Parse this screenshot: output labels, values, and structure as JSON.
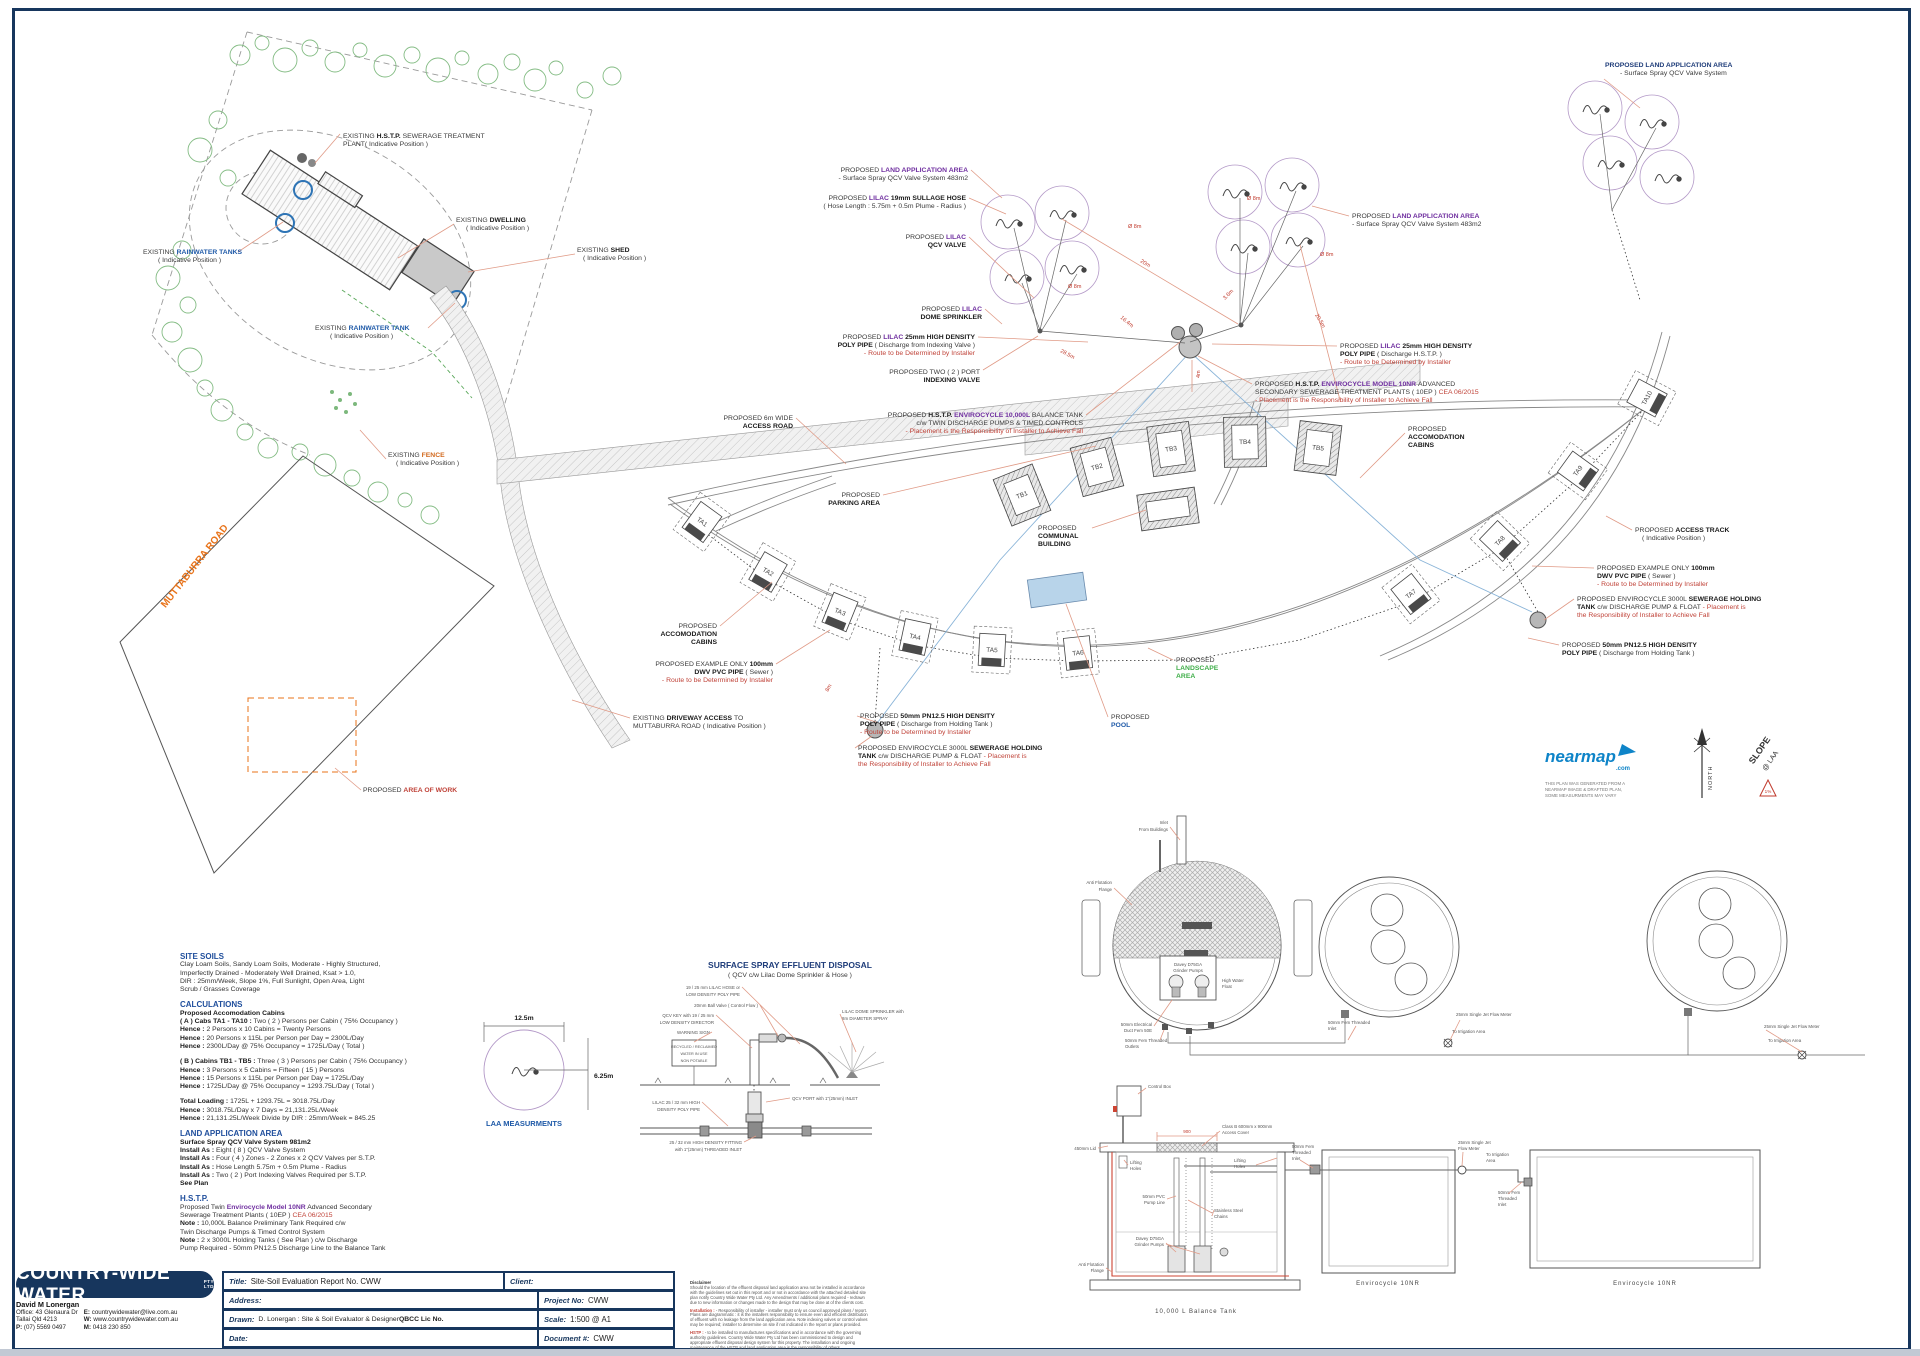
{
  "ann": {
    "ehstp": [
      [
        "EXISTING ",
        "H.S.T.P. ",
        "SEWERAGE TREATMENT"
      ],
      [
        "PLANT( Indicative Position )"
      ]
    ],
    "edwell": [
      [
        "EXISTING ",
        "DWELLING"
      ],
      [
        "( Indicative Position )"
      ]
    ],
    "etanks": [
      [
        "EXISTING ",
        "RAINWATER TANKS"
      ],
      [
        "( Indicative Position )"
      ]
    ],
    "etank": [
      [
        "EXISTING ",
        "RAINWATER TANK"
      ],
      [
        "( Indicative Position )"
      ]
    ],
    "eshed": [
      [
        "EXISTING ",
        "SHED"
      ],
      [
        "( Indicative Position )"
      ]
    ],
    "efence": [
      [
        "EXISTING ",
        "FENCE"
      ],
      [
        "( Indicative Position )"
      ]
    ],
    "eroad": "MUTTABURRA ROAD",
    "awork": [
      [
        "PROPOSED ",
        "AREA OF WORK"
      ]
    ],
    "laaL": [
      [
        "PROPOSED ",
        "LAND APPLICATION AREA"
      ],
      [
        "- Surface Spray QCV Valve System 483m2"
      ]
    ],
    "hose": [
      [
        "PROPOSED ",
        "LILAC ",
        "19mm SULLAGE HOSE"
      ],
      [
        "( Hose Length : 5.75m + 0.5m Plume - Radius )"
      ]
    ],
    "qcv": [
      [
        "PROPOSED ",
        "LILAC"
      ],
      [
        "QCV VALVE"
      ]
    ],
    "dome": [
      [
        "PROPOSED ",
        "LILAC"
      ],
      [
        "DOME SPRINKLER"
      ]
    ],
    "pipeIdx": [
      [
        "PROPOSED ",
        "LILAC ",
        "25mm HIGH DENSITY"
      ],
      [
        "POLY PIPE ",
        "( Discharge from Indexing Valve )"
      ],
      [
        "- Route to be Determined by Installer"
      ]
    ],
    "idxValve": [
      [
        "PROPOSED TWO ( 2 ) PORT"
      ],
      [
        "INDEXING VALVE"
      ]
    ],
    "aroad": [
      [
        "PROPOSED 6m WIDE"
      ],
      [
        "ACCESS ROAD"
      ]
    ],
    "btank": [
      [
        "PROPOSED ",
        "H.S.T.P. ",
        "ENVIROCYCLE 10,000L ",
        "BALANCE TANK"
      ],
      [
        "c/w TWIN DISCHARGE PUMPS & TIMED CONTROLS"
      ],
      [
        "- Placement is the Responsibility of Installer to Achieve Fall"
      ]
    ],
    "parking": [
      [
        "PROPOSED"
      ],
      [
        "PARKING AREA"
      ]
    ],
    "accom": [
      [
        "PROPOSED"
      ],
      [
        "ACCOMODATION"
      ],
      [
        "CABINS"
      ]
    ],
    "ex100": [
      [
        "PROPOSED EXAMPLE ONLY ",
        "100mm"
      ],
      [
        "DWV PVC PIPE ",
        "( Sewer )"
      ],
      [
        "- Route to be Determined by Installer"
      ]
    ],
    "drive": [
      [
        "EXISTING ",
        "DRIVEWAY ACCESS ",
        "TO"
      ],
      [
        "MUTTABURRA ROAD ( Indicative Position )"
      ]
    ],
    "pn50": [
      [
        "PROPOSED ",
        "50mm PN12.5 HIGH DENSITY"
      ],
      [
        "POLY PIPE ",
        "( Discharge from Holding Tank )"
      ],
      [
        "- Route to be Determined by Installer"
      ]
    ],
    "hold": [
      [
        "PROPOSED ENVIROCYCLE 3000L ",
        "SEWERAGE HOLDING"
      ],
      [
        "TANK ",
        "c/w DISCHARGE PUMP & FLOAT",
        " - Placement is"
      ],
      [
        "the Responsibility of Installer to Achieve Fall"
      ]
    ],
    "communal": [
      [
        "PROPOSED"
      ],
      [
        "COMMUNAL"
      ],
      [
        "BUILDING"
      ]
    ],
    "landscape": [
      [
        "PROPOSED"
      ],
      [
        "LANDSCAPE"
      ],
      [
        "AREA"
      ]
    ],
    "pool": [
      [
        "PROPOSED"
      ],
      [
        "POOL"
      ]
    ],
    "track": [
      [
        "PROPOSED ",
        "ACCESS TRACK"
      ],
      [
        "( Indicative Position )"
      ]
    ],
    "pipeH": [
      [
        "PROPOSED ",
        "LILAC ",
        "25mm HIGH DENSITY"
      ],
      [
        "POLY PIPE ",
        "( Discharge H.S.T.P. )"
      ],
      [
        "- Route to be Determined by Installer"
      ]
    ],
    "model": [
      [
        "PROPOSED ",
        "H.S.T.P. ",
        "ENVIROCYCLE MODEL 10NR ",
        "ADVANCED"
      ],
      [
        "SECONDARY SEWERAGE TREATMENT PLANTS ( 10EP ) ",
        "CEA 06/2015"
      ],
      [
        "- Placement is the Responsibility of Installer to Achieve Fall"
      ]
    ],
    "laaTR": [
      [
        "PROPOSED LAND APPLICATION AREA"
      ],
      [
        "- Surface Spray QCV Valve System"
      ]
    ],
    "laaR": [
      [
        "PROPOSED ",
        "LAND APPLICATION AREA"
      ],
      [
        "- Surface Spray QCV Valve System 483m2"
      ]
    ]
  },
  "dims": {
    "d20": "20m",
    "d164": "16.4m",
    "d36": "3.6m",
    "d205": "20.5m",
    "d285": "28.5m",
    "d4": "4m",
    "d8": "8m",
    "dia": "Ø 8m"
  },
  "cabins": {
    "ta": [
      "TA1",
      "TA2",
      "TA3",
      "TA4",
      "TA5",
      "TA6",
      "TA7",
      "TA8",
      "TA9",
      "TA10"
    ],
    "tb": [
      "TB1",
      "TB2",
      "TB3",
      "TB4",
      "TB5"
    ]
  },
  "notes": {
    "site_soils": {
      "h": "SITE SOILS",
      "rows": [
        {
          "b": "",
          "t": "Clay Loam Soils, Sandy Loam Soils, Moderate - Highly Structured,"
        },
        {
          "b": "",
          "t": "Imperfectly Drained - Moderately Well Drained, Ksat > 1.0,"
        },
        {
          "b": "",
          "t": "DIR : 25mm/Week, Slope 1%, Full Sunlight, Open Area, Light"
        },
        {
          "b": "",
          "t": "Scrub / Grasses Coverage"
        }
      ]
    },
    "calcs": {
      "h": "CALCULATIONS",
      "rows": [
        {
          "b": "Proposed Accomodation Cabins",
          "t": ""
        },
        {
          "b": "( A ) Cabs TA1 - TA10 :",
          "t": " Two ( 2 ) Persons per Cabin ( 75% Occupancy )"
        },
        {
          "b": "Hence :",
          "t": " 2 Persons x 10 Cabins = Twenty Persons"
        },
        {
          "b": "Hence :",
          "t": " 20 Persons x 115L per Person per Day = 2300L/Day"
        },
        {
          "b": "Hence :",
          "t": " 2300L/Day @ 75% Occupancy = 1725L/Day ( Total )"
        },
        {
          "b": "( B ) Cabins TB1 - TB5 :",
          "t": " Three ( 3 ) Persons per Cabin  ( 75% Occupancy )"
        },
        {
          "b": "Hence :",
          "t": " 3 Persons x 5 Cabins = Fifteen ( 15 ) Persons"
        },
        {
          "b": "Hence :",
          "t": " 15 Persons x 115L per Person per Day = 1725L/Day"
        },
        {
          "b": "Hence :",
          "t": " 1725L/Day @ 75% Occupancy = 1293.75L/Day ( Total )"
        },
        {
          "b": "Total Loading :",
          "t": " 1725L + 1293.75L = 3018.75L/Day"
        },
        {
          "b": "Hence :",
          "t": " 3018.75L/Day x 7 Days = 21,131.25L/Week"
        },
        {
          "b": "Hence :",
          "t": " 21,131.25L/Week Divide by DIR : 25mm/Week = 845.25"
        }
      ]
    },
    "laa": {
      "h": "LAND APPLICATION AREA",
      "rows": [
        {
          "b": "Surface Spray QCV Valve System 981m2",
          "t": ""
        },
        {
          "b": "Install As :",
          "t": " Eight ( 8 ) QCV Valve System"
        },
        {
          "b": "Install As :",
          "t": " Four ( 4 ) Zones - 2 Zones x 2 QCV Valves per S.T.P."
        },
        {
          "b": "Install As :",
          "t": " Hose Length 5.75m + 0.5m Plume - Radius"
        },
        {
          "b": "Install As :",
          "t": " Two ( 2 ) Port Indexing Valves Required per S.T.P."
        },
        {
          "b": "See Plan",
          "t": ""
        }
      ]
    },
    "hstp": {
      "h": "H.S.T.P.",
      "r1a": "Proposed Twin ",
      "r1b": "Envirocycle Model 10NR",
      "r1c": " Advanced Secondary",
      "r2a": "Sewerage Treatment Plants ( 10EP ) ",
      "r2b": "CEA 06/2015",
      "r3a": "Note : ",
      "r3b": "10,000L Balance Preliminary Tank Required c/w",
      "r4": "Twin Discharge Pumps & Timed Control System",
      "r5a": "Note : ",
      "r5b": "2 x 3000L Holding Tanks ( See Plan ) c/w Discharge",
      "r6": "Pump Required - 50mm PN12.5 Discharge Line to the Balance Tank"
    }
  },
  "laam": {
    "cap": "LAA MEASURMENTS",
    "d1": "12.5m",
    "d2": "6.25m"
  },
  "spray": {
    "title": "SURFACE SPRAY EFFLUENT DISPOSAL",
    "sub": "( QCV c/w Lilac Dome Sprinkler & Hose )",
    "l1a": "19 / 25 mm LILAC HOSE or",
    "l1b": "LOW DENSITY POLY PIPE",
    "l2": "20mm Ball Valve ( Control Flow )",
    "l3a": "QCV KEY with 19 / 25 mm",
    "l3b": "LOW DENSITY DIRECTOR",
    "l4": "WARNING SIGN",
    "s1": "RECYCLED / RECLAIMED",
    "s2": "WATER IN USE",
    "s3": "NON POTABLE",
    "l5a": "LILAC DOME SPRINKLER with",
    "l5b": "8m DIAMETER SPRAY",
    "l6": "QCV PORT with 1\"(25mm) INLET",
    "l7a": "LILAC 25 / 32 mm HIGH",
    "l7b": "DENSITY POLY PIPE",
    "l8a": "25 / 32 mm HIGH DENSITY FITTING",
    "l8b": "with 1\"(25mm) THREADED INLET"
  },
  "tanks": {
    "inlet1": "Inlet",
    "inlet2": "From Buildings",
    "anti1": "Anti Flotation",
    "anti2": "Flange",
    "davey1": "Davey D75GA",
    "davey2": "Grinder Pumps",
    "float1": "High Water",
    "float2": "Float",
    "duct1": "50mm Electrical",
    "duct2": "Duct Fem 50E",
    "out1": "50mm Fem Threaded",
    "out2": "Outlets",
    "in1": "50mm Fem Threaded",
    "in2": "Inlet",
    "fm": "25mm Single Jet Flow Meter",
    "irr": "To Irrigation Area",
    "ctrl": "Control Box",
    "cover1": "Class B 600mm x 900mm",
    "cover2": "Access Cover",
    "d900": "900",
    "lid": "450mm Lid",
    "lift1": "Lifting",
    "lift2": "Holes",
    "pvc1": "50mm PVC",
    "pvc2": "Pump Line",
    "chain1": "Stainless Steel",
    "chain2": "Chains",
    "fmx1": "25mm Single Jet",
    "fmx2": "Flow Meter",
    "irr2a": "To Irrigation",
    "irr2b": "Area",
    "fin1": "50mm Fem",
    "fin2": "Threaded",
    "fin3": "Inlet",
    "cap_bal": "10,000 L Balance Tank",
    "cap_env": "Envirocycle 10NR"
  },
  "nearmap": {
    "brand": "nearmap",
    "com": ".com",
    "n1": "THIS PLAN WAS GENERATED FROM A",
    "n2": "NEARMAP IMAGE & DRAFTED PLAN,",
    "n3": "SOME MEASURMENTS MAY VARY"
  },
  "compass": {
    "north": "NORTH",
    "slope1": "SLOPE",
    "slope2": "@ LAA",
    "grade": "1%"
  },
  "tb": {
    "logo": "COUNTRY-WIDE WATER",
    "pty1": "PTY",
    "pty2": "LTD",
    "name": "David M Lonergan",
    "addr1": "Office: 43 Glenaura Dr",
    "addr2": "Tallai Qld 4213",
    "ph_l": "P:",
    "ph": "(07) 5569 0497",
    "em_l": "E:",
    "em": "countrywidewater@live.com.au",
    "web_l": "W:",
    "web": "www.countrywidewater.com.au",
    "mob_l": "M:",
    "mob": "0418 230 850",
    "f_title_l": "Title:",
    "f_title": "Site-Soil Evaluation Report No. CWW",
    "f_addr_l": "Address:",
    "f_addr": "",
    "f_drawn_l": "Drawn:",
    "f_drawn": "D. Lonergan :   Site & Soil Evaluator & Designer ",
    "f_qbcc": "QBCC Lic No.",
    "f_date_l": "Date:",
    "f_date": "",
    "f_client_l": "Client:",
    "f_client": "",
    "f_proj_l": "Project No:",
    "f_proj": "CWW",
    "f_scale_l": "Scale:",
    "f_scale": "1:500 @ A1",
    "f_doc_l": "Document #:",
    "f_doc": "CWW",
    "disc_h": "Disclaimer",
    "disc": "Should the location of the effluent disposal land application area not be installed in accordance with the guidelines set out in this report and or not in accordance with the attached detailed site plan notify Country Wide Water Pty Ltd. Any Amendments / additional plans required - redrawn due to new information or changes made to the design that may be done at of the clients cost.",
    "inst_h": "Installation :",
    "inst": "- Responsibility of installer - installer must only us council approved plans / report. Plans are diagrammatic : it is the installers responsibility to ensure even and efficient distribution of effluent with no leakage from the land application area. Note indexing valves or control valves may be required; installer to determine on site if not indicated in the report or plans provided.",
    "hstp_h": "HSTP :",
    "hstpd": "- to be installed to manufactures specifications and in accordance with the governing authority guidelines. Country Wide Water Pty Ltd has been commissioned to design and appropriate effluent disposal design system for this property. The installation and ongoing maintenance of the HSTP and land application area is the responsibility of others."
  }
}
